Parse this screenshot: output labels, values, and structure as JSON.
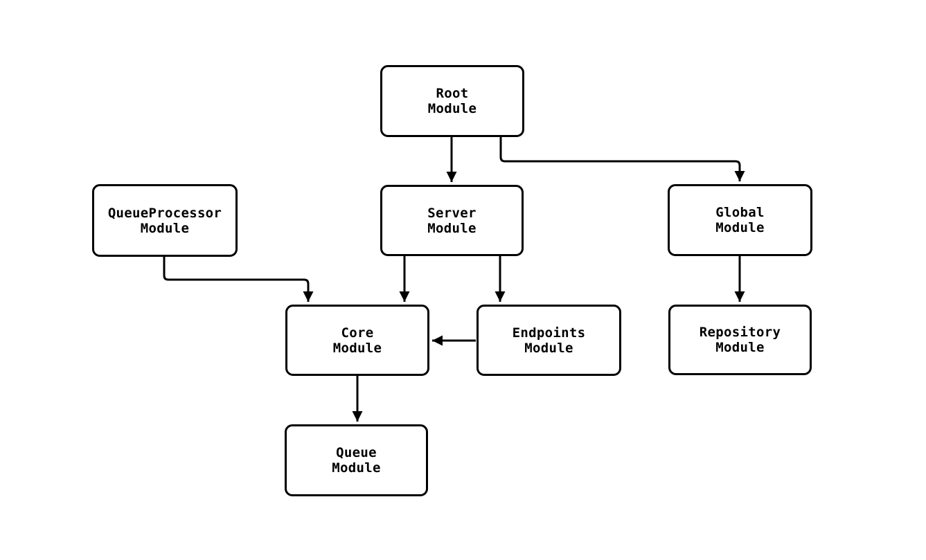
{
  "diagram": {
    "background_color": "#ffffff",
    "stroke_color": "#000000",
    "text_color": "#000000",
    "node_fill_color": "#ffffff",
    "nodes": {
      "root": {
        "label": "Root\nModule"
      },
      "queue_processor": {
        "label": "QueueProcessor\nModule"
      },
      "server": {
        "label": "Server\nModule"
      },
      "global": {
        "label": "Global\nModule"
      },
      "core": {
        "label": "Core\nModule"
      },
      "endpoints": {
        "label": "Endpoints\nModule"
      },
      "repository": {
        "label": "Repository\nModule"
      },
      "queue": {
        "label": "Queue\nModule"
      }
    },
    "edges": [
      {
        "from": "Root Module",
        "to": "Server Module"
      },
      {
        "from": "Root Module",
        "to": "Global Module"
      },
      {
        "from": "QueueProcessor Module",
        "to": "Core Module"
      },
      {
        "from": "Server Module",
        "to": "Core Module"
      },
      {
        "from": "Server Module",
        "to": "Endpoints Module"
      },
      {
        "from": "Endpoints Module",
        "to": "Core Module"
      },
      {
        "from": "Core Module",
        "to": "Queue Module"
      },
      {
        "from": "Global Module",
        "to": "Repository Module"
      }
    ]
  }
}
